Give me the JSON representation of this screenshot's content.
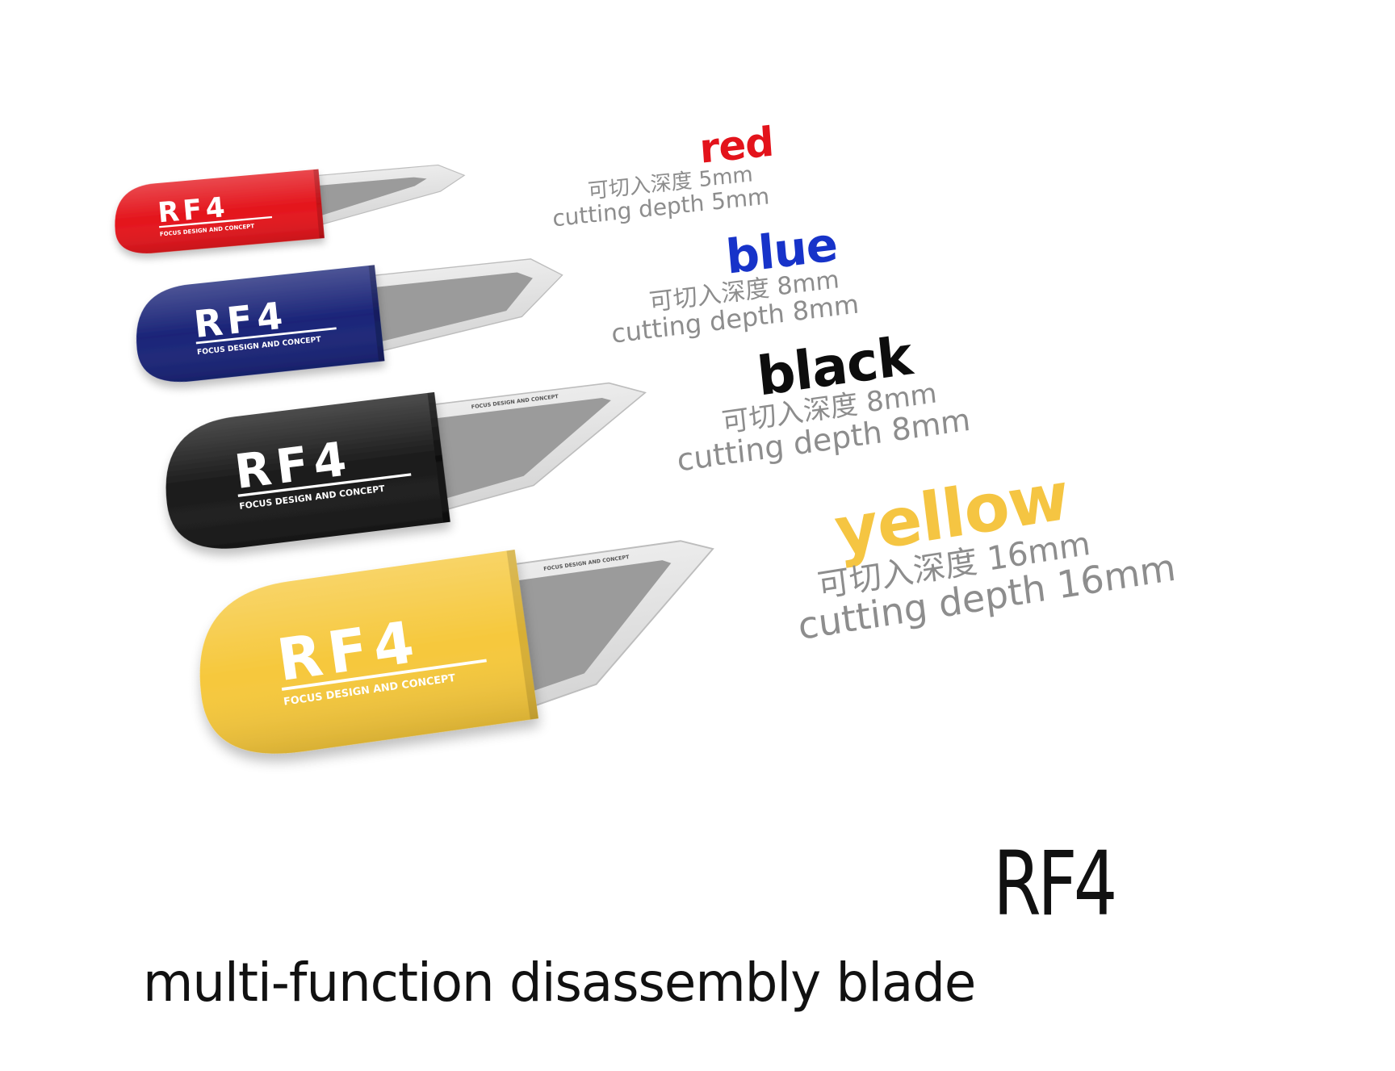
{
  "blades": [
    {
      "color_name": "red",
      "color_hex": "#e4151c",
      "text_hex": "#e3131b",
      "depth_cn": "可切入深度 5mm",
      "depth_en": "cutting depth 5mm",
      "brand": "RF4",
      "tagline": "FOCUS DESIGN AND CONCEPT"
    },
    {
      "color_name": "blue",
      "color_hex": "#1a2478",
      "text_hex": "#1733c9",
      "depth_cn": "可切入深度 8mm",
      "depth_en": "cutting depth 8mm",
      "brand": "RF4",
      "tagline": "FOCUS DESIGN AND CONCEPT"
    },
    {
      "color_name": "black",
      "color_hex": "#1a1a1a",
      "text_hex": "#0d0d0d",
      "depth_cn": "可切入深度 8mm",
      "depth_en": "cutting depth 8mm",
      "brand": "RF4",
      "tagline": "FOCUS DESIGN AND CONCEPT"
    },
    {
      "color_name": "yellow",
      "color_hex": "#f6c83c",
      "text_hex": "#f5c542",
      "depth_cn": "可切入深度 16mm",
      "depth_en": "cutting depth 16mm",
      "brand": "RF4",
      "tagline": "FOCUS DESIGN AND CONCEPT"
    }
  ],
  "steel_tagline": "FOCUS DESIGN AND CONCEPT",
  "title": "RF4",
  "subtitle": "multi-function disassembly blade"
}
